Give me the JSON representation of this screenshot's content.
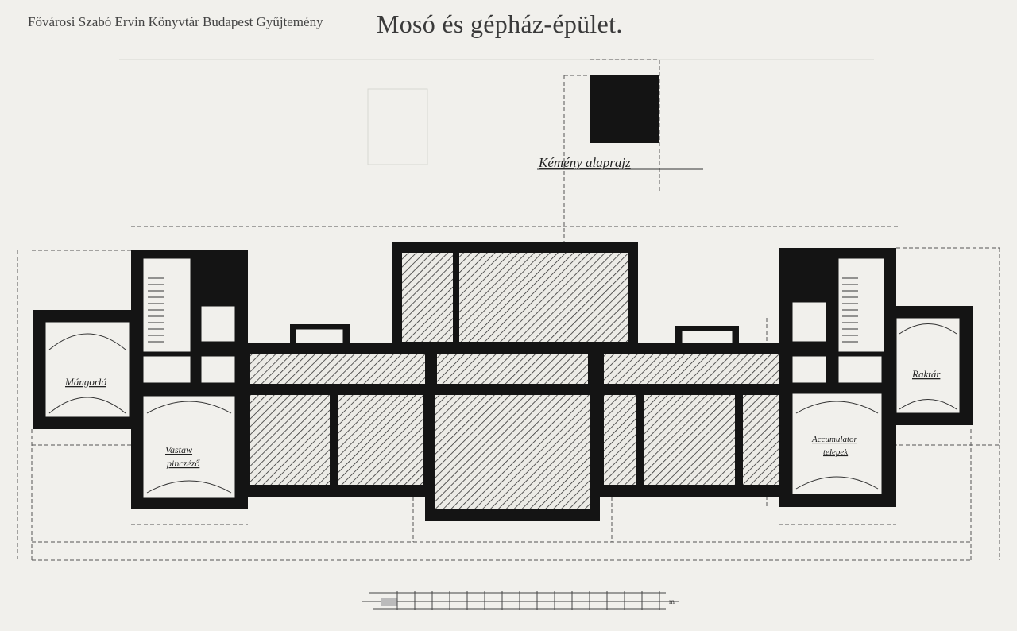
{
  "header": {
    "watermark": "Fővárosi Szabó Ervin Könyvtár Budapest Gyűjtemény",
    "title": "Mosó és gépház-épület."
  },
  "plan": {
    "chimney_label": "Kémény alaprajz",
    "rooms": {
      "left_annex": "Mángorló",
      "left_lower": "Vastaw",
      "left_lower_2": "pinczéző",
      "right_annex": "Raktár",
      "right_lower": "Accumulator",
      "right_lower_2": "telepek"
    }
  },
  "scale_bar": {
    "unit": "m"
  },
  "colors": {
    "paper": "#f1f0ec",
    "ink": "#141414"
  }
}
